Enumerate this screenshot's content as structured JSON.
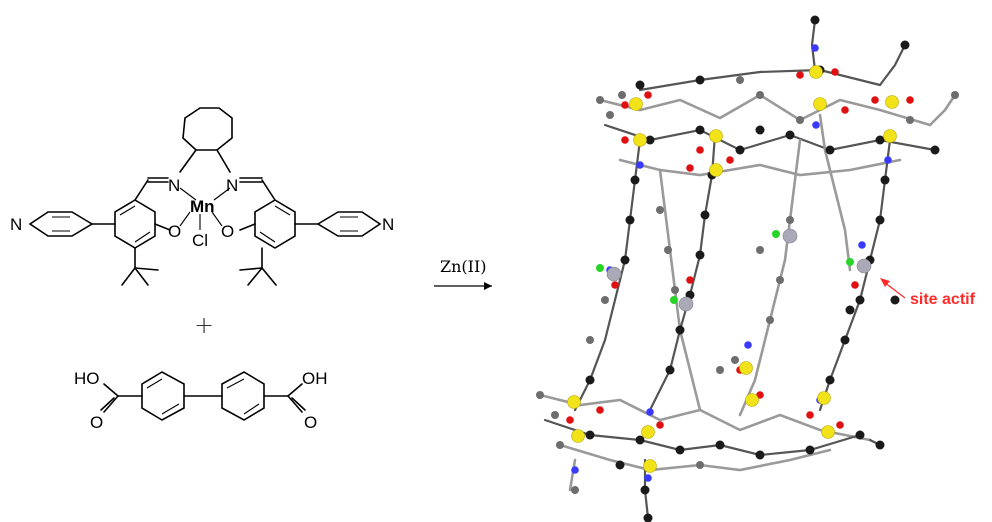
{
  "labels": {
    "salen_n_left": "N",
    "salen_n_right": "N",
    "metal": "Mn",
    "chloride": "Cl",
    "phenol_o_left": "O",
    "phenol_o_right": "O",
    "pyridine_n_left": "N",
    "pyridine_n_right": "N",
    "acid_oh_left": "HO",
    "acid_oh_right": "OH",
    "acid_o_left": "O",
    "acid_o_right": "O",
    "plus": "+",
    "reagent": "Zn(II)",
    "active_site": "site actif"
  },
  "colors": {
    "zinc": "#f2e21a",
    "oxygen": "#e01010",
    "nitrogen": "#3a3aff",
    "carbon": "#1a1a1a",
    "carbon_light": "#6d6d6d",
    "manganese": "#a9a9b8",
    "chlorine": "#28d428",
    "annotation": "#ff2a2a"
  }
}
